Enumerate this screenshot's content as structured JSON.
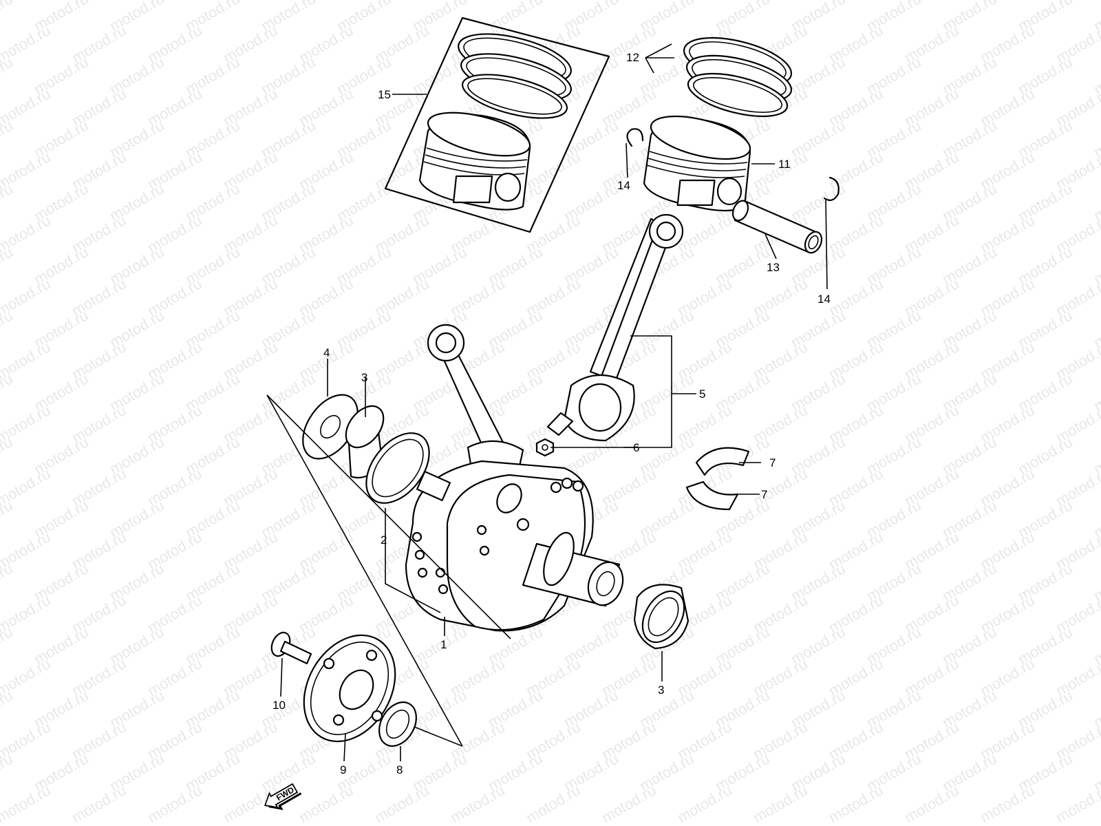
{
  "watermark": "motod.ru",
  "fwd_label": "FWD",
  "callouts": {
    "c1": "1",
    "c2": "2",
    "c3a": "3",
    "c3b": "3",
    "c4": "4",
    "c5": "5",
    "c6": "6",
    "c7a": "7",
    "c7b": "7",
    "c8": "8",
    "c9": "9",
    "c10": "10",
    "c11": "11",
    "c12": "12",
    "c13": "13",
    "c14a": "14",
    "c14b": "14",
    "c15": "15"
  }
}
